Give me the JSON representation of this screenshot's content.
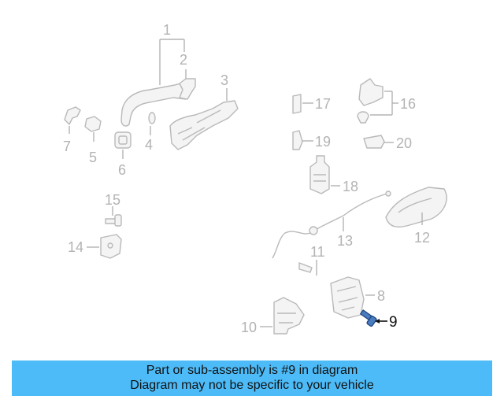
{
  "callouts": {
    "c1": "1",
    "c2": "2",
    "c3": "3",
    "c4": "4",
    "c5": "5",
    "c6": "6",
    "c7": "7",
    "c8": "8",
    "c9": "9",
    "c10": "10",
    "c11": "11",
    "c12": "12",
    "c13": "13",
    "c14": "14",
    "c15": "15",
    "c16": "16",
    "c17": "17",
    "c18": "18",
    "c19": "19",
    "c20": "20"
  },
  "highlighted_part": "9",
  "colors": {
    "banner": "#4dbbf7",
    "highlight": "#4a7cc0",
    "parts": "#b9b9b9"
  },
  "banner": {
    "line1": "Part or sub-assembly is #9 in diagram",
    "line2": "Diagram may not be specific to your vehicle"
  }
}
